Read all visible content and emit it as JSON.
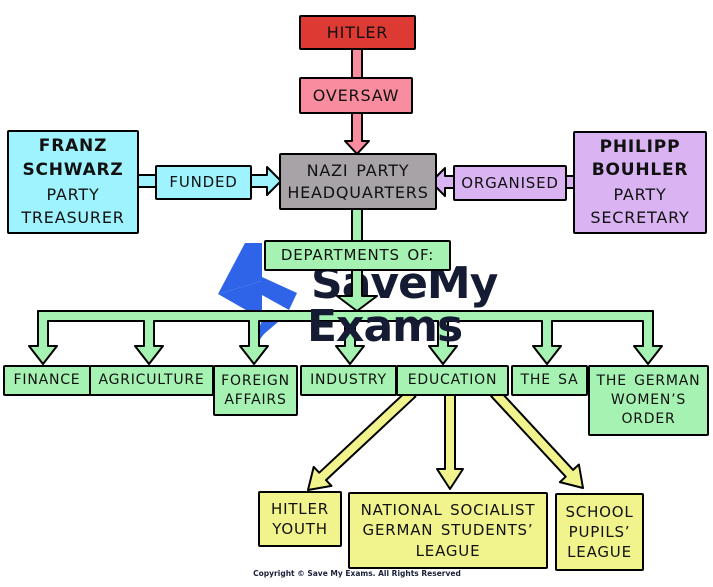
{
  "diagram": {
    "nodes": {
      "hitler": {
        "label": "HITLER"
      },
      "oversaw": {
        "label": "OVERSAW"
      },
      "headquarters": {
        "label": "NAZI PARTY HEADQUARTERS"
      },
      "treasurer": {
        "name": "FRANZ SCHWARZ",
        "role": "PARTY TREASURER"
      },
      "funded": {
        "label": "FUNDED"
      },
      "organised": {
        "label": "ORGANISED"
      },
      "secretary": {
        "name": "PHILIPP BOUHLER",
        "role": "PARTY SECRETARY"
      },
      "departments_of": {
        "label": "DEPARTMENTS OF:"
      },
      "departments": [
        {
          "label": "FINANCE"
        },
        {
          "label": "AGRICULTURE"
        },
        {
          "label": "FOREIGN AFFAIRS"
        },
        {
          "label": "INDUSTRY"
        },
        {
          "label": "EDUCATION"
        },
        {
          "label": "THE SA"
        },
        {
          "label": "THE GERMAN WOMEN’S ORDER"
        }
      ],
      "education_children": [
        {
          "label": "HITLER YOUTH"
        },
        {
          "label": "NATIONAL SOCIALIST GERMAN STUDENTS’ LEAGUE"
        },
        {
          "label": "SCHOOL PUPILS’ LEAGUE"
        }
      ]
    },
    "colors": {
      "hitler_red": "#dd3a33",
      "oversaw_pink": "#f98d9f",
      "headquarters_gray": "#a7a3a7",
      "treasurer_cyan": "#9ff3fe",
      "secretary_purple": "#d9b3f2",
      "department_green": "#a6f2b2",
      "league_yellow": "#f1f48c",
      "outline_black": "#000000",
      "watermark_navy": "#141b33",
      "watermark_blue": "#2f63e8"
    }
  },
  "watermark": {
    "line1": "SaveMy",
    "line2": "Exams"
  },
  "footer": {
    "copyright": "Copyright © Save My Exams. All Rights Reserved"
  }
}
